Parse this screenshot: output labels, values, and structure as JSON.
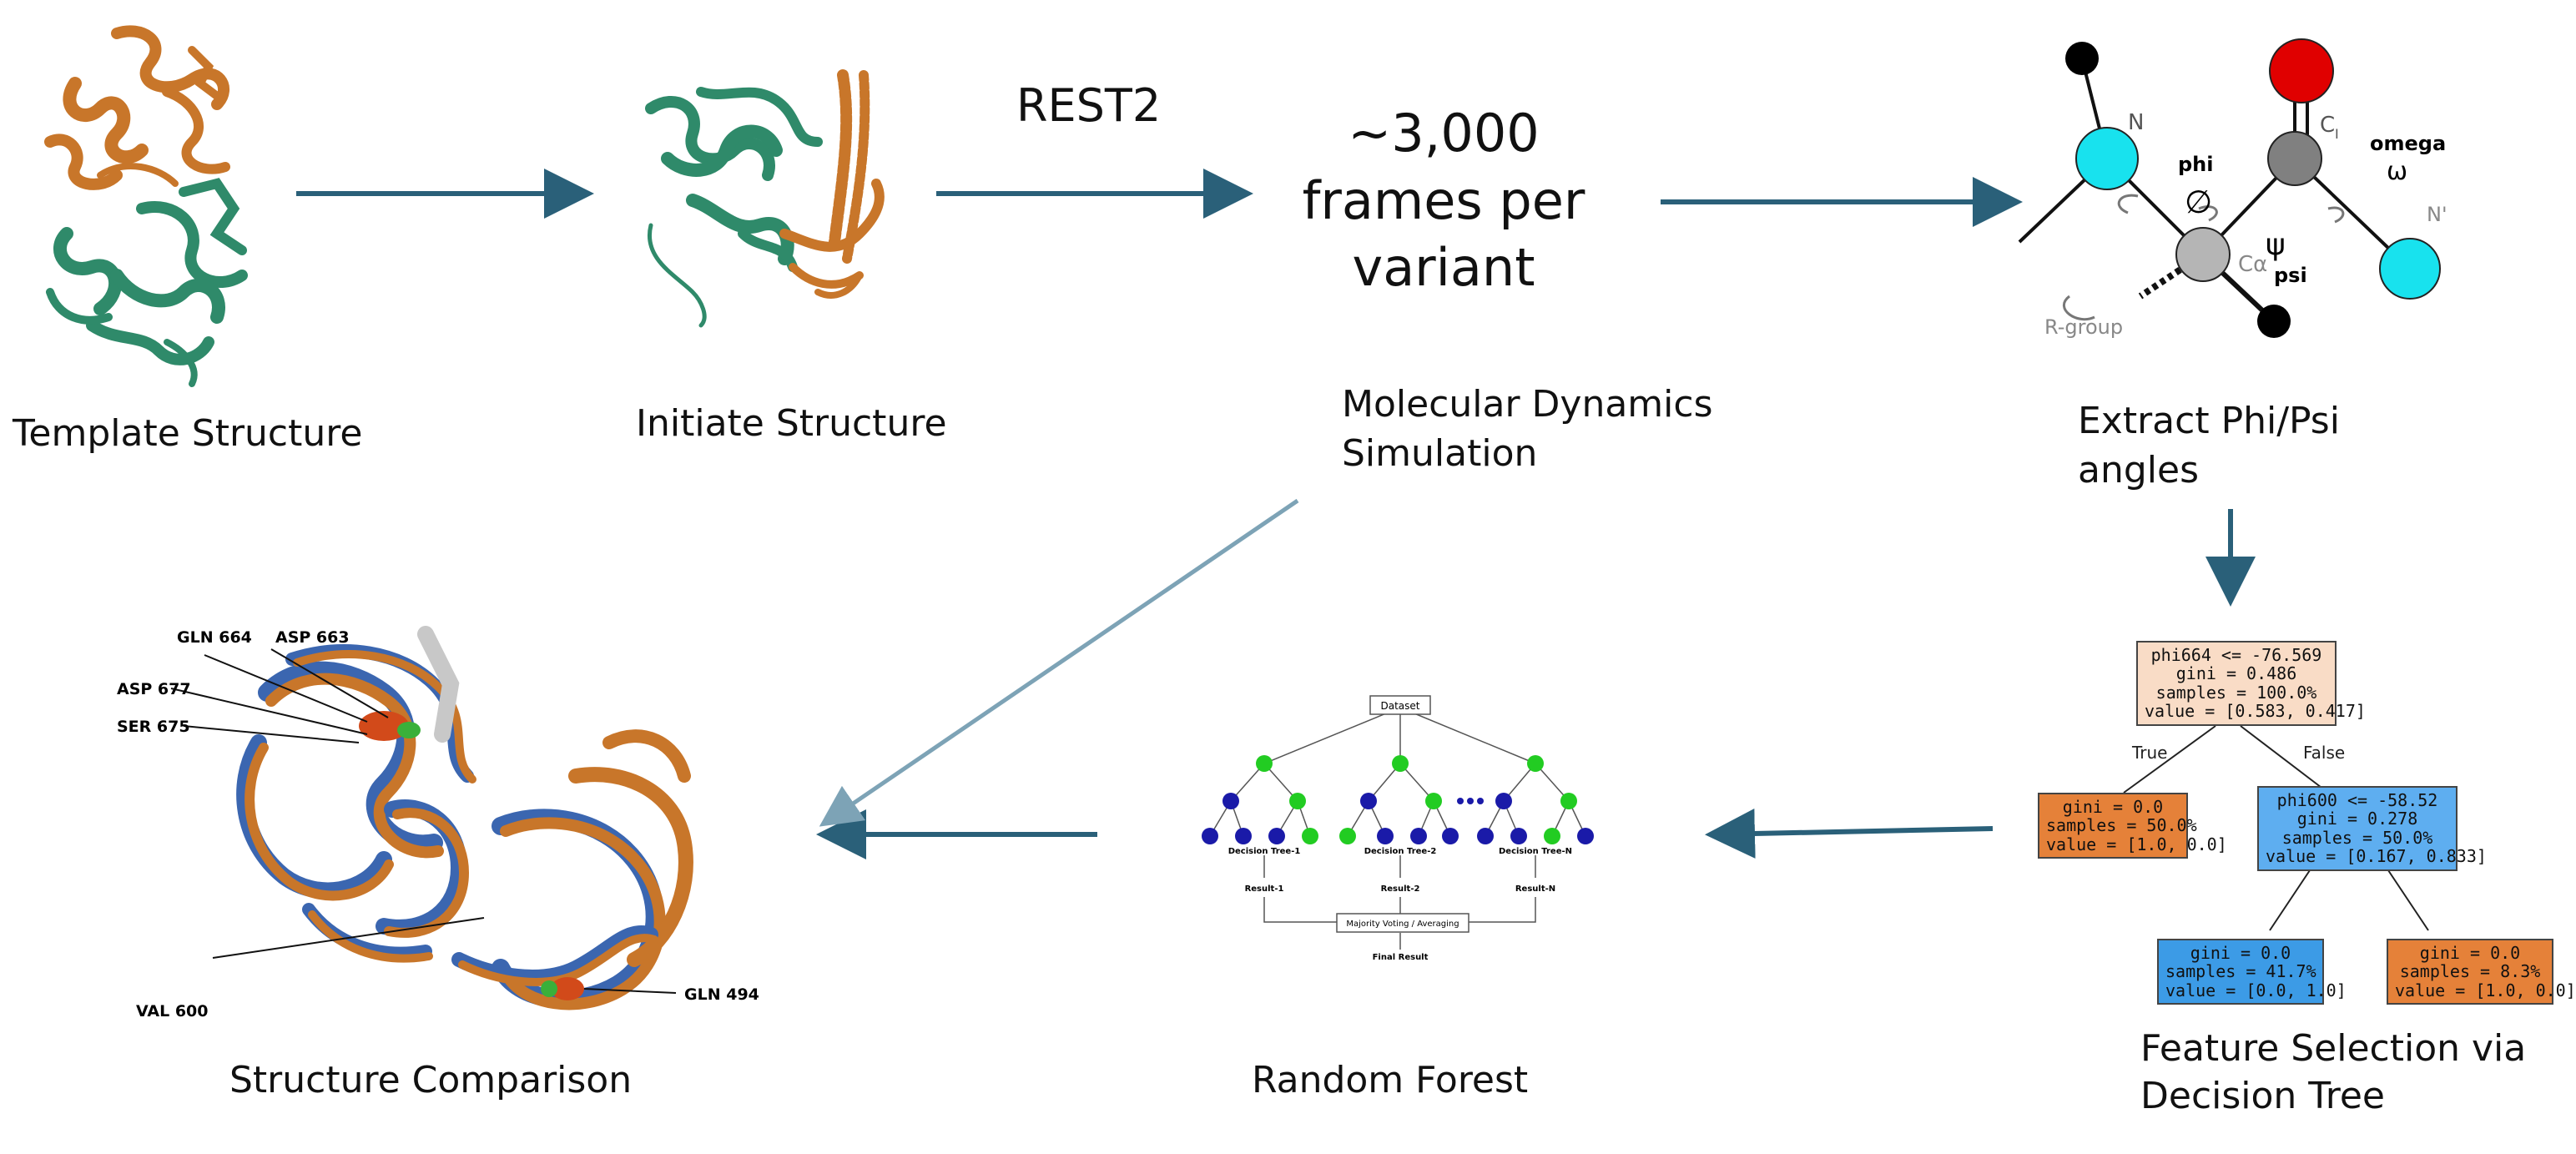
{
  "colors": {
    "arrow": "#2a6079",
    "arrow_light": "#7da3b6",
    "protein_orange": "#c8762a",
    "protein_green": "#2f8a6a",
    "protein_blue": "#3b66b0",
    "node_cyan": "#18e2ee",
    "node_red": "#e00000",
    "node_gray": "#808080",
    "dt_orange": "#e58139",
    "dt_blue": "#3c9be6",
    "dt_light_orange": "#f9dcc6",
    "dt_light_blue": "#5eaef0",
    "rf_green": "#22cc22",
    "rf_blue": "#1a1aa8"
  },
  "steps": {
    "template": "Template Structure",
    "initiate": "Initiate Structure",
    "rest2": "REST2",
    "frames": "~3,000\nframes per\nvariant",
    "md": "Molecular Dynamics\nSimulation",
    "extract": "Extract Phi/Psi\nangles",
    "feature": "Feature Selection via\nDecision Tree",
    "forest": "Random Forest",
    "comparison": "Structure Comparison"
  },
  "dihedral": {
    "n": "N",
    "c": "C",
    "c_sub": "I",
    "phi": "phi",
    "phi_sym": "∅",
    "omega": "omega",
    "omega_sym": "ω",
    "psi": "psi",
    "psi_sym": "ψ",
    "n_prime": "N'",
    "calpha": "Cα",
    "rgroup": "R-group"
  },
  "residues": {
    "gln664": "GLN 664",
    "asp663": "ASP 663",
    "asp677": "ASP 677",
    "ser675": "SER 675",
    "val600": "VAL 600",
    "gln494": "GLN 494"
  },
  "decision_tree": {
    "root": "phi664 <= -76.569\ngini = 0.486\nsamples = 100.0%\nvalue = [0.583, 0.417]",
    "left": "gini = 0.0\nsamples = 50.0%\nvalue = [1.0, 0.0]",
    "right": "phi600 <= -58.52\ngini = 0.278\nsamples = 50.0%\nvalue = [0.167, 0.833]",
    "rl": "gini = 0.0\nsamples = 41.7%\nvalue = [0.0, 1.0]",
    "rr": "gini = 0.0\nsamples = 8.3%\nvalue = [1.0, 0.0]",
    "true_label": "True",
    "false_label": "False"
  },
  "random_forest": {
    "dataset": "Dataset",
    "tree1": "Decision Tree-1",
    "tree2": "Decision Tree-2",
    "treeN": "Decision Tree-N",
    "result1": "Result-1",
    "result2": "Result-2",
    "resultN": "Result-N",
    "voting": "Majority Voting / Averaging",
    "final": "Final Result"
  }
}
